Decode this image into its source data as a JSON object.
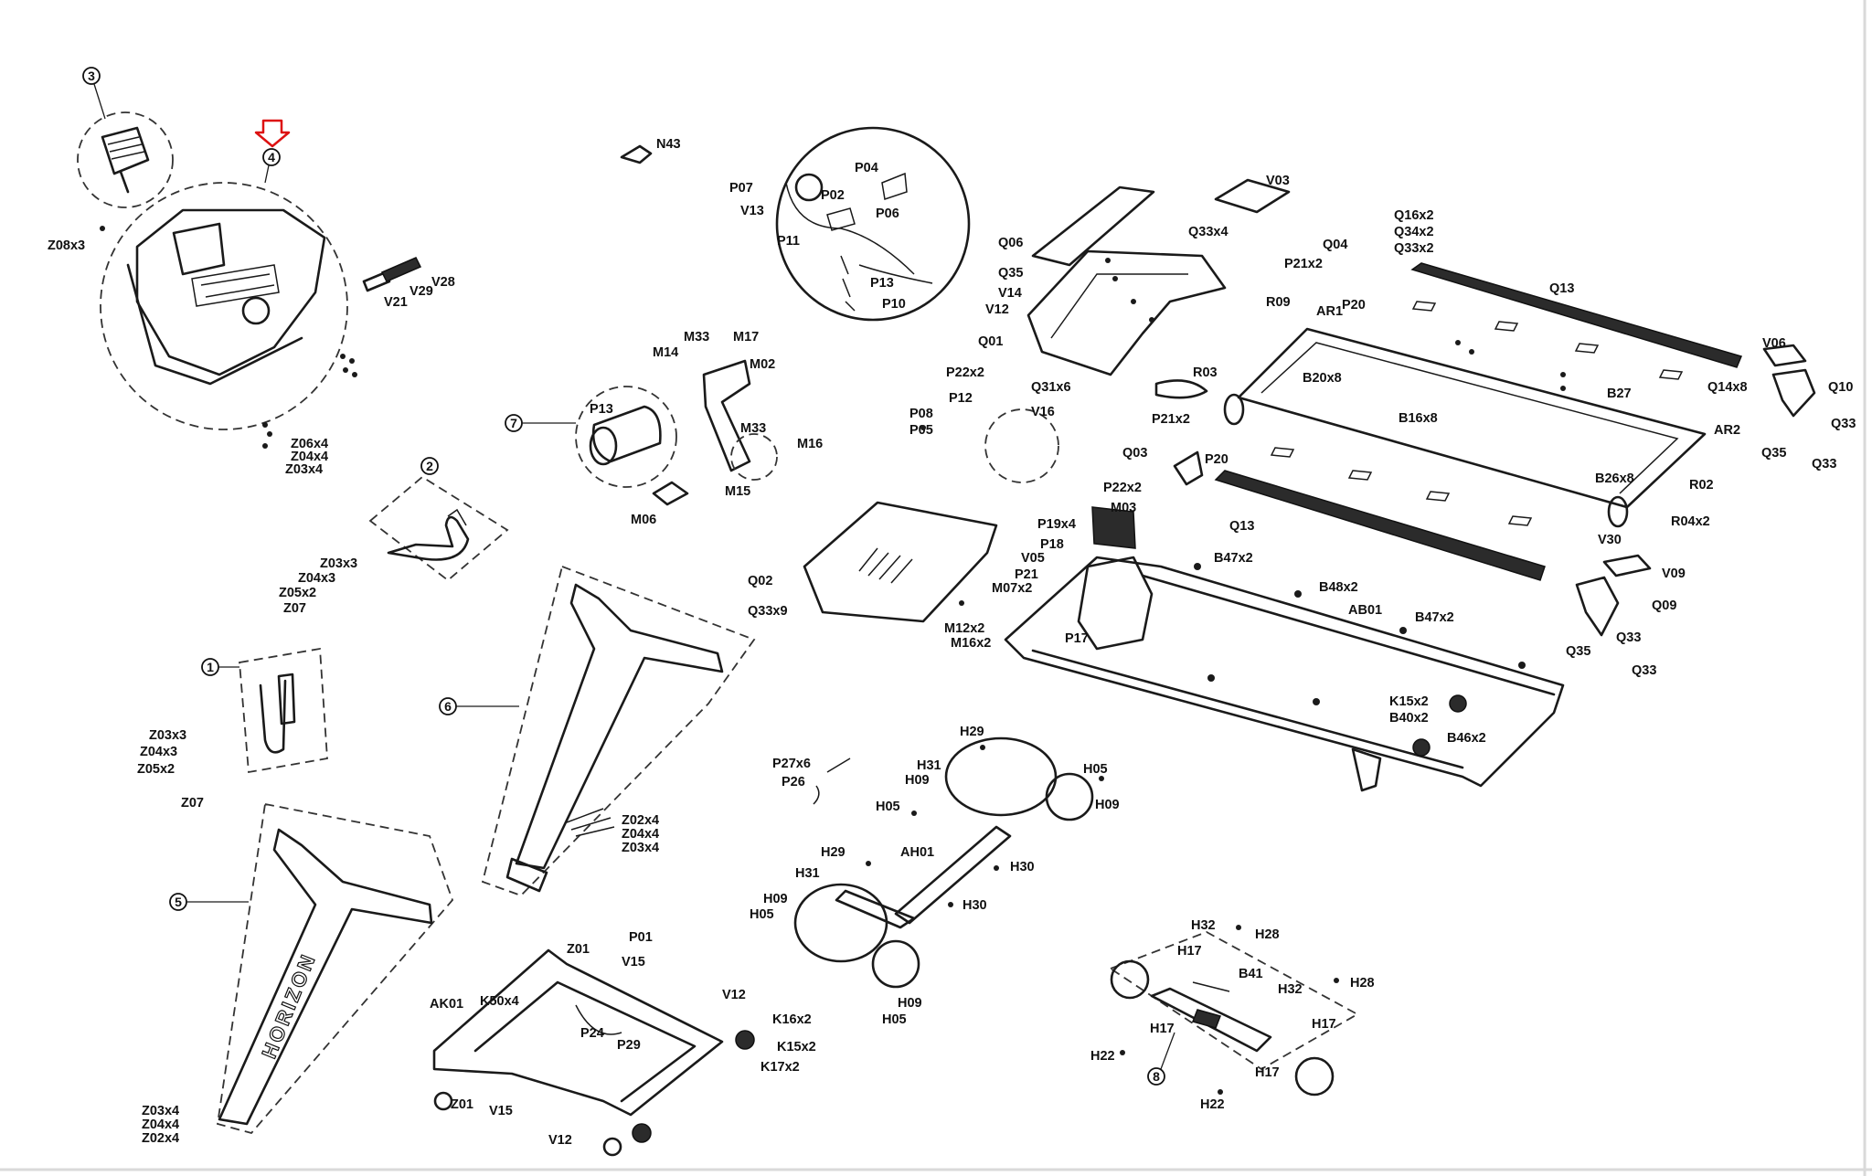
{
  "diagram": {
    "callouts": [
      "1",
      "2",
      "3",
      "4",
      "5",
      "6",
      "7",
      "8"
    ],
    "brand_text": "HORIZON",
    "labels": {
      "console": [
        "Z08x3",
        "Z06x4",
        "Z04x4",
        "Z03x4",
        "V21",
        "V29",
        "V28",
        "N43"
      ],
      "handlebars": [
        "Z03x3",
        "Z04x3",
        "Z05x2",
        "Z07"
      ],
      "uprights": [
        "Z02x4",
        "Z04x4",
        "Z03x4"
      ],
      "base_frame": [
        "AK01",
        "K50x4",
        "Z01",
        "P01",
        "V15",
        "V12",
        "P24",
        "P29",
        "K16x2",
        "K15x2",
        "K17x2"
      ],
      "motor": [
        "P13",
        "M33",
        "M17",
        "M14",
        "M02",
        "M16",
        "M15",
        "M06"
      ],
      "wiring": [
        "P04",
        "P07",
        "P02",
        "P06",
        "V13",
        "P11",
        "P13",
        "P10"
      ],
      "lift_frame": [
        "P27x6",
        "P26",
        "H29",
        "H31",
        "H09",
        "H05",
        "AH01",
        "H30"
      ],
      "motor_cover": [
        "Q06",
        "Q35",
        "V14",
        "V12",
        "Q01",
        "Q31x6",
        "Q33x4",
        "V03",
        "Q02",
        "Q33x9"
      ],
      "deck": [
        "R09",
        "AR1",
        "P20",
        "P21x2",
        "Q04",
        "Q16x2",
        "Q34x2",
        "Q33x2",
        "Q13",
        "V06",
        "Q10",
        "Q33",
        "Q14x8",
        "B27",
        "AR2",
        "Q35",
        "B20x8",
        "B16x8",
        "R03",
        "Q03",
        "R02",
        "B26x8",
        "R04x2",
        "V30",
        "V09",
        "Q09"
      ],
      "main_frame": [
        "P22x2",
        "P12",
        "V16",
        "P08",
        "P05",
        "P19x4",
        "M03",
        "P18",
        "V05",
        "P21",
        "M07x2",
        "M12x2",
        "M16x2",
        "P17",
        "B47x2",
        "B48x2",
        "AB01",
        "K15x2",
        "B40x2",
        "B46x2"
      ],
      "lift_motor": [
        "H32",
        "H17",
        "H28",
        "B41",
        "H22"
      ]
    }
  }
}
